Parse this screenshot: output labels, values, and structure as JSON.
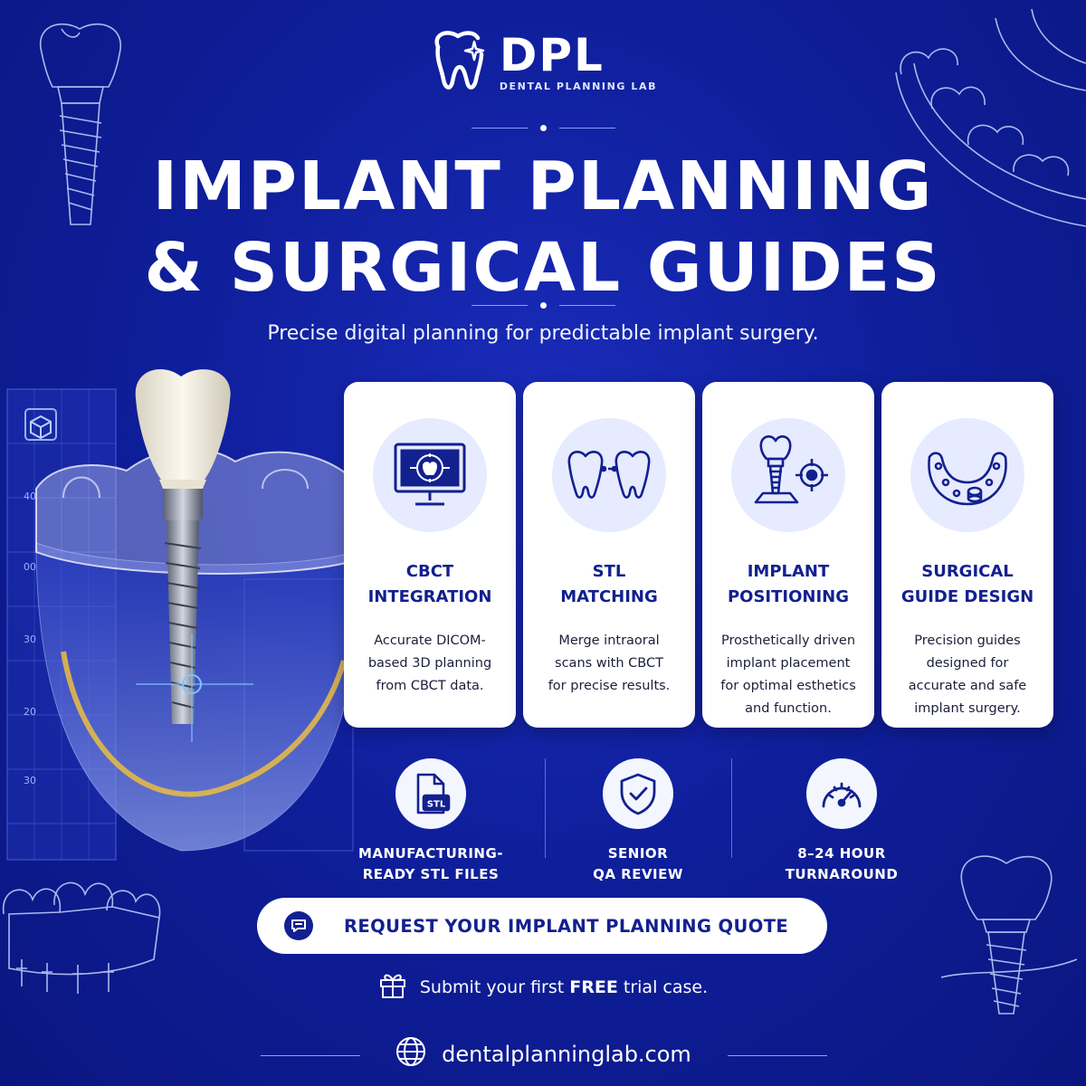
{
  "brand": {
    "name": "DPL",
    "subtitle": "DENTAL PLANNING LAB"
  },
  "hero": {
    "title_line1": "IMPLANT PLANNING",
    "title_line2": "& SURGICAL GUIDES",
    "subtitle": "Precise digital planning for predictable implant surgery."
  },
  "cards": [
    {
      "title": "CBCT\nINTEGRATION",
      "text": "Accurate DICOM-\nbased 3D planning\nfrom CBCT data.",
      "icon": "monitor-scan-icon"
    },
    {
      "title": "STL\nMATCHING",
      "text": "Merge intraoral\nscans with CBCT\nfor precise results.",
      "icon": "teeth-match-icon"
    },
    {
      "title": "IMPLANT\nPOSITIONING",
      "text": "Prosthetically driven\nimplant placement\nfor optimal esthetics\nand function.",
      "icon": "implant-target-icon"
    },
    {
      "title": "SURGICAL\nGUIDE DESIGN",
      "text": "Precision guides\ndesigned for\naccurate and safe\nimplant surgery.",
      "icon": "surgical-guide-icon"
    }
  ],
  "features": [
    {
      "label": "MANUFACTURING-\nREADY STL FILES",
      "icon": "stl-file-icon",
      "badge": "STL"
    },
    {
      "label": "SENIOR\nQA REVIEW",
      "icon": "shield-check-icon"
    },
    {
      "label": "8–24 HOUR\nTURNAROUND",
      "icon": "speedometer-icon"
    }
  ],
  "cta": {
    "label": "REQUEST YOUR IMPLANT PLANNING QUOTE",
    "icon": "chat-icon"
  },
  "trial": {
    "prefix": "Submit your first",
    "bold": "FREE",
    "suffix": "trial case.",
    "icon": "gift-icon"
  },
  "website": {
    "url": "dentalplanninglab.com",
    "icon": "globe-icon"
  },
  "illustration": {
    "ruler_labels": [
      "40",
      "00",
      "30",
      "20",
      "30"
    ]
  },
  "colors": {
    "background": "#0f1f9c",
    "accent": "#13208f",
    "card": "#ffffff",
    "icon_bg": "#e6ebff"
  }
}
